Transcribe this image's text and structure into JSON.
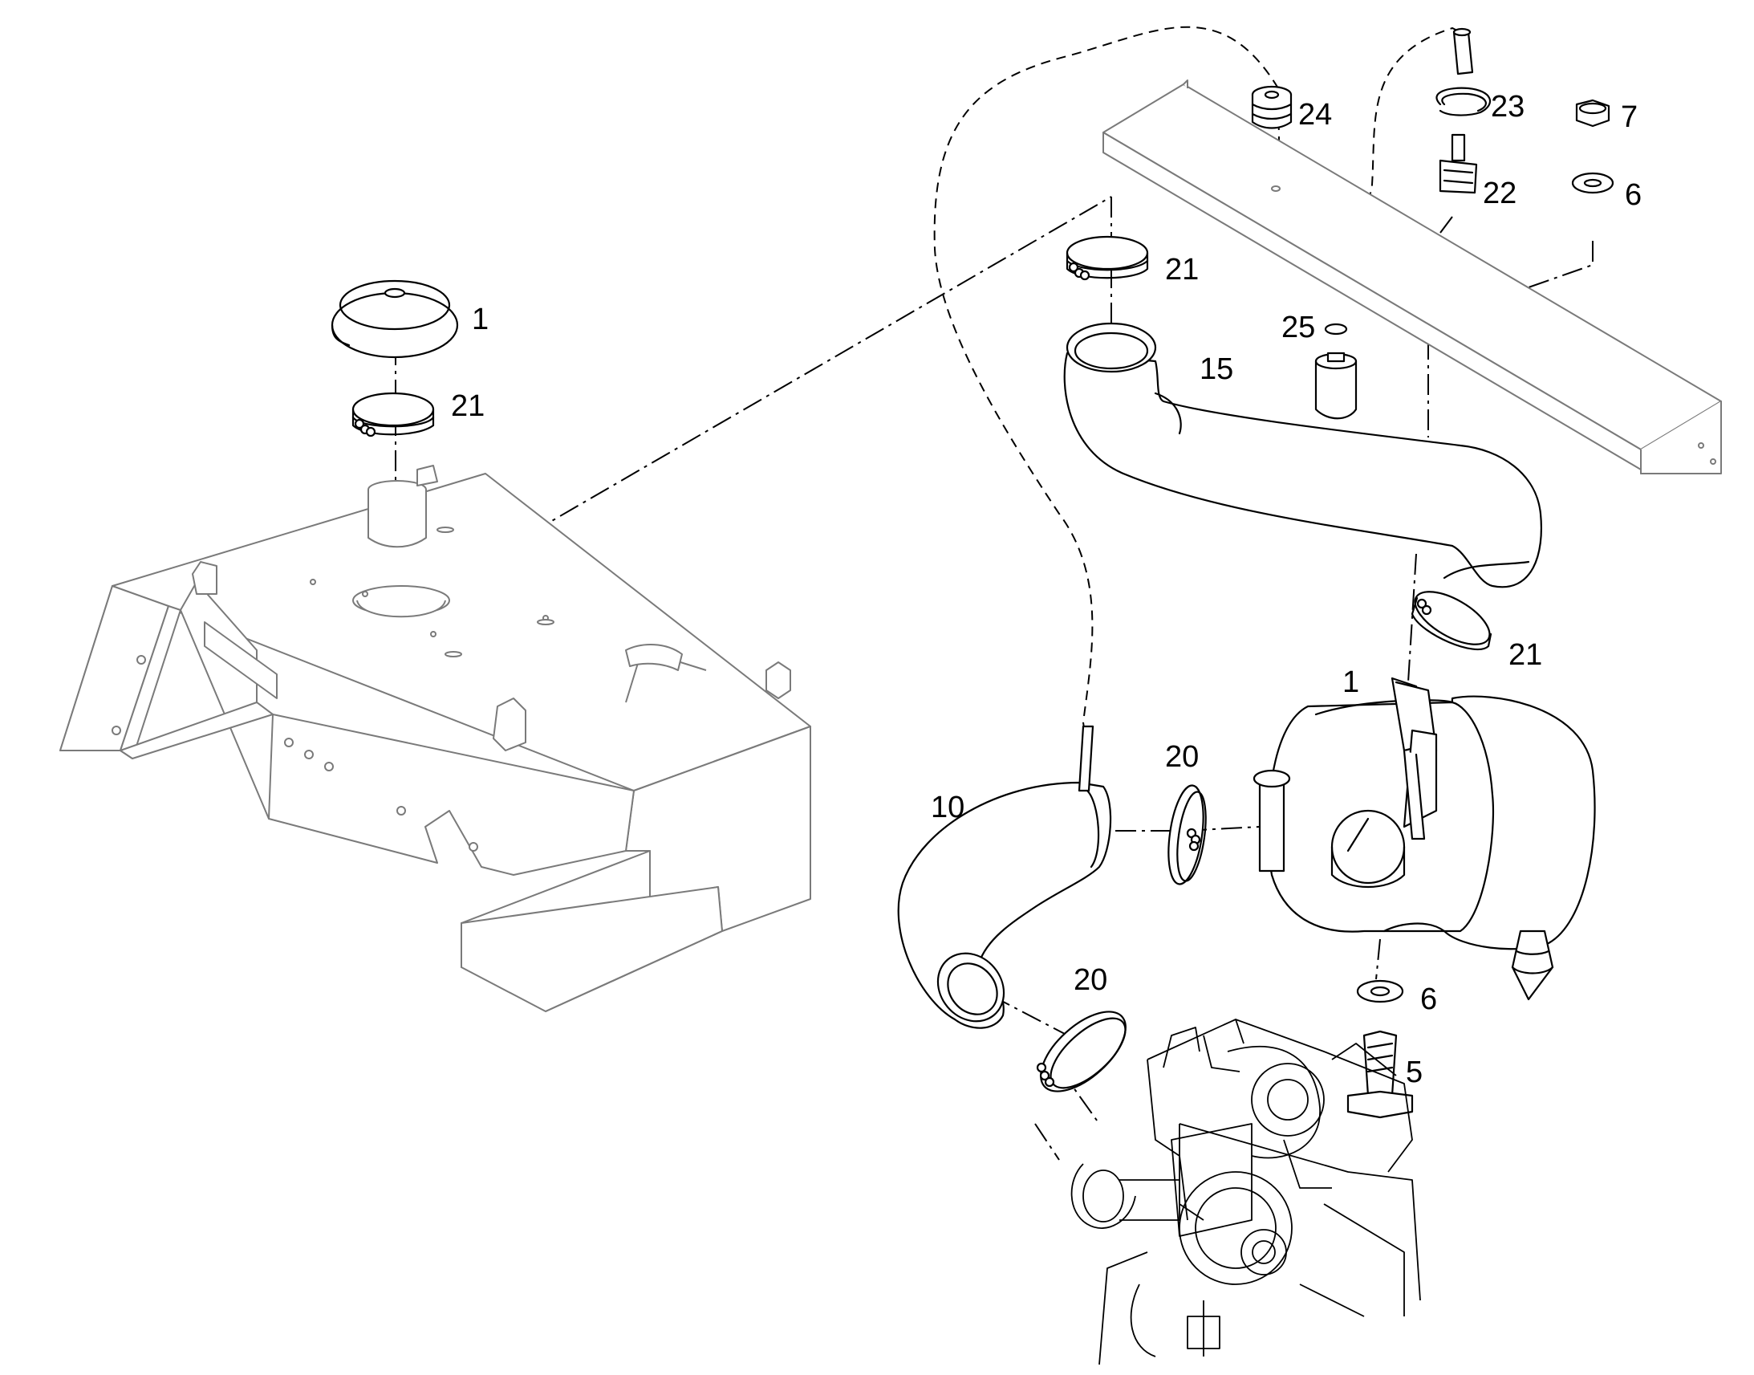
{
  "callouts": {
    "c1_top_cap": "1",
    "c21_left": "21",
    "c24": "24",
    "c23": "23",
    "c7": "7",
    "c22": "22",
    "c6_top": "6",
    "c21_top": "21",
    "c25": "25",
    "c15": "15",
    "c21_right": "21",
    "c1_filter": "1",
    "c20_upper": "20",
    "c10": "10",
    "c6_bottom": "6",
    "c5": "5",
    "c20_lower": "20"
  }
}
